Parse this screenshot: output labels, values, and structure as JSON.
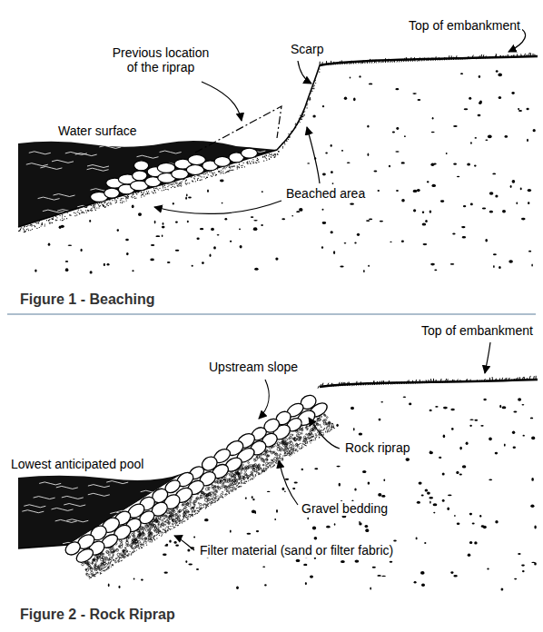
{
  "diagram": {
    "labels": [
      "Top of embankment",
      "Previous location of the riprap",
      "Scarp",
      "Water surface",
      "Beached area",
      "Figure 1 - Beaching",
      "Top of embankment",
      "Upstream slope",
      "Lowest anticipated pool",
      "Rock riprap",
      "Gravel bedding",
      "Filter material (sand or filter fabric)",
      "Figure 2 - Rock Riprap"
    ]
  }
}
